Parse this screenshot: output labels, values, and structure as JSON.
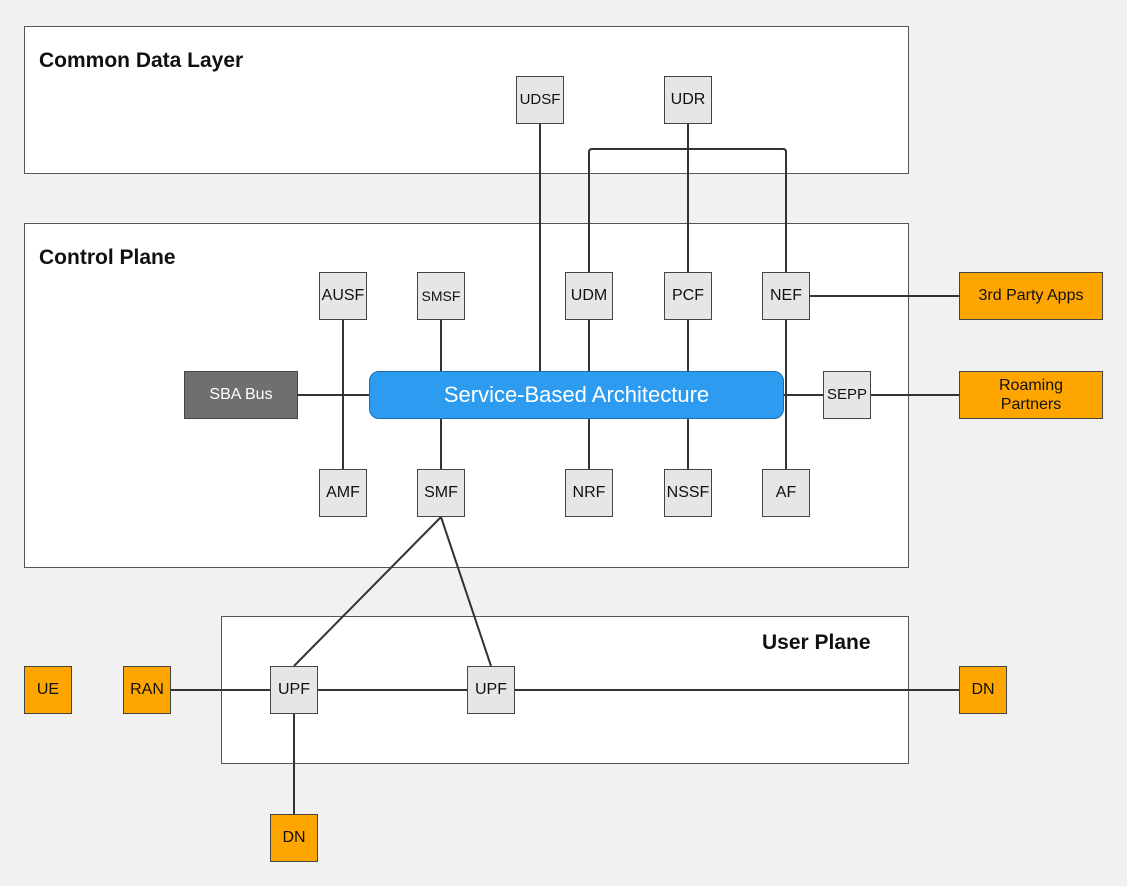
{
  "layers": {
    "common_data": {
      "title": "Common Data Layer"
    },
    "control_plane": {
      "title": "Control Plane"
    },
    "user_plane": {
      "title": "User Plane"
    }
  },
  "nodes": {
    "udsf": "UDSF",
    "udr": "UDR",
    "ausf": "AUSF",
    "smsf": "SMSF",
    "udm": "UDM",
    "pcf": "PCF",
    "nef": "NEF",
    "sba_bus": "SBA Bus",
    "sba": "Service-Based Architecture",
    "sepp": "SEPP",
    "amf": "AMF",
    "smf": "SMF",
    "nrf": "NRF",
    "nssf": "NSSF",
    "af": "AF",
    "third_party": "3rd Party Apps",
    "roaming": "Roaming Partners",
    "ue": "UE",
    "ran": "RAN",
    "upf1": "UPF",
    "upf2": "UPF",
    "dn_right": "DN",
    "dn_bottom": "DN"
  },
  "colors": {
    "background": "#f1f1f1",
    "network_function": "#e6e6e6",
    "external": "#ffa500",
    "sba": "#2d9bef",
    "bus_label": "#6f6f6f"
  }
}
